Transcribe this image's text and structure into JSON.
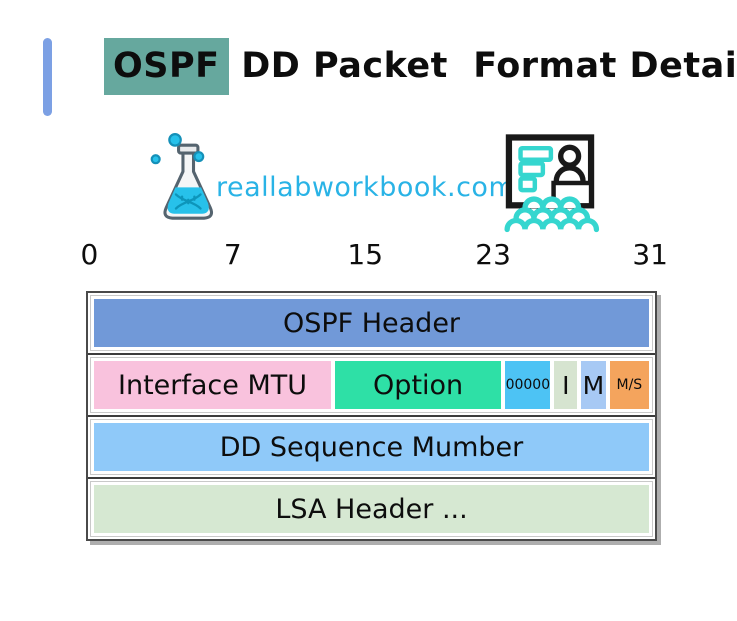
{
  "title": {
    "highlight": "OSPF",
    "rest": " DD Packet  Format Details"
  },
  "brand": {
    "text": "reallabworkbook.com",
    "flask_icon": "lab-flask-icon",
    "presentation_icon": "presentation-audience-icon"
  },
  "bit_ruler": {
    "labels": [
      {
        "text": "0",
        "pos_pct": 0.6
      },
      {
        "text": "7",
        "pos_pct": 25.7
      },
      {
        "text": "15",
        "pos_pct": 48.9
      },
      {
        "text": "23",
        "pos_pct": 71.3
      },
      {
        "text": "31",
        "pos_pct": 98.8
      }
    ]
  },
  "packet_table": {
    "rows": [
      {
        "cells": [
          {
            "label": "OSPF Header",
            "color": "#7199d8",
            "flex": 544,
            "size": "normal"
          }
        ]
      },
      {
        "cells": [
          {
            "label": "Interface MTU",
            "color": "#f9c2dd",
            "flex": 241,
            "size": "normal"
          },
          {
            "label": "Option",
            "color": "#2ee0a6",
            "flex": 169,
            "size": "normal"
          },
          {
            "label": "00000",
            "color": "#4dc3f4",
            "flex": 46,
            "size": "small"
          },
          {
            "label": "I",
            "color": "#d6e4d0",
            "flex": 23,
            "size": "mid"
          },
          {
            "label": "M",
            "color": "#a7c9f4",
            "flex": 25,
            "size": "mid"
          },
          {
            "label": "M/S",
            "color": "#f4a45d",
            "flex": 40,
            "size": "small"
          }
        ]
      },
      {
        "cells": [
          {
            "label": "DD Sequence Mumber",
            "color": "#8fc9f9",
            "flex": 544,
            "size": "normal"
          }
        ]
      },
      {
        "cells": [
          {
            "label": "LSA Header ...",
            "color": "#d6e8d2",
            "flex": 544,
            "size": "normal"
          }
        ]
      }
    ]
  },
  "colors": {
    "accent_bar": "#7ca0e4",
    "ospf_highlight": "#66a89e",
    "brand_cyan": "#29b3e6",
    "flask_liquid": "#27c1ea",
    "flask_outline": "#55646f",
    "dna_strand": "#0d95ba",
    "presentation_black": "#191919",
    "presentation_cyan": "#35d6cf",
    "table_border": "#4a4a4a",
    "row_border": "#c9c9c9",
    "row_separator": "#3c3c3c",
    "table_shadow": "#aeaeae"
  }
}
